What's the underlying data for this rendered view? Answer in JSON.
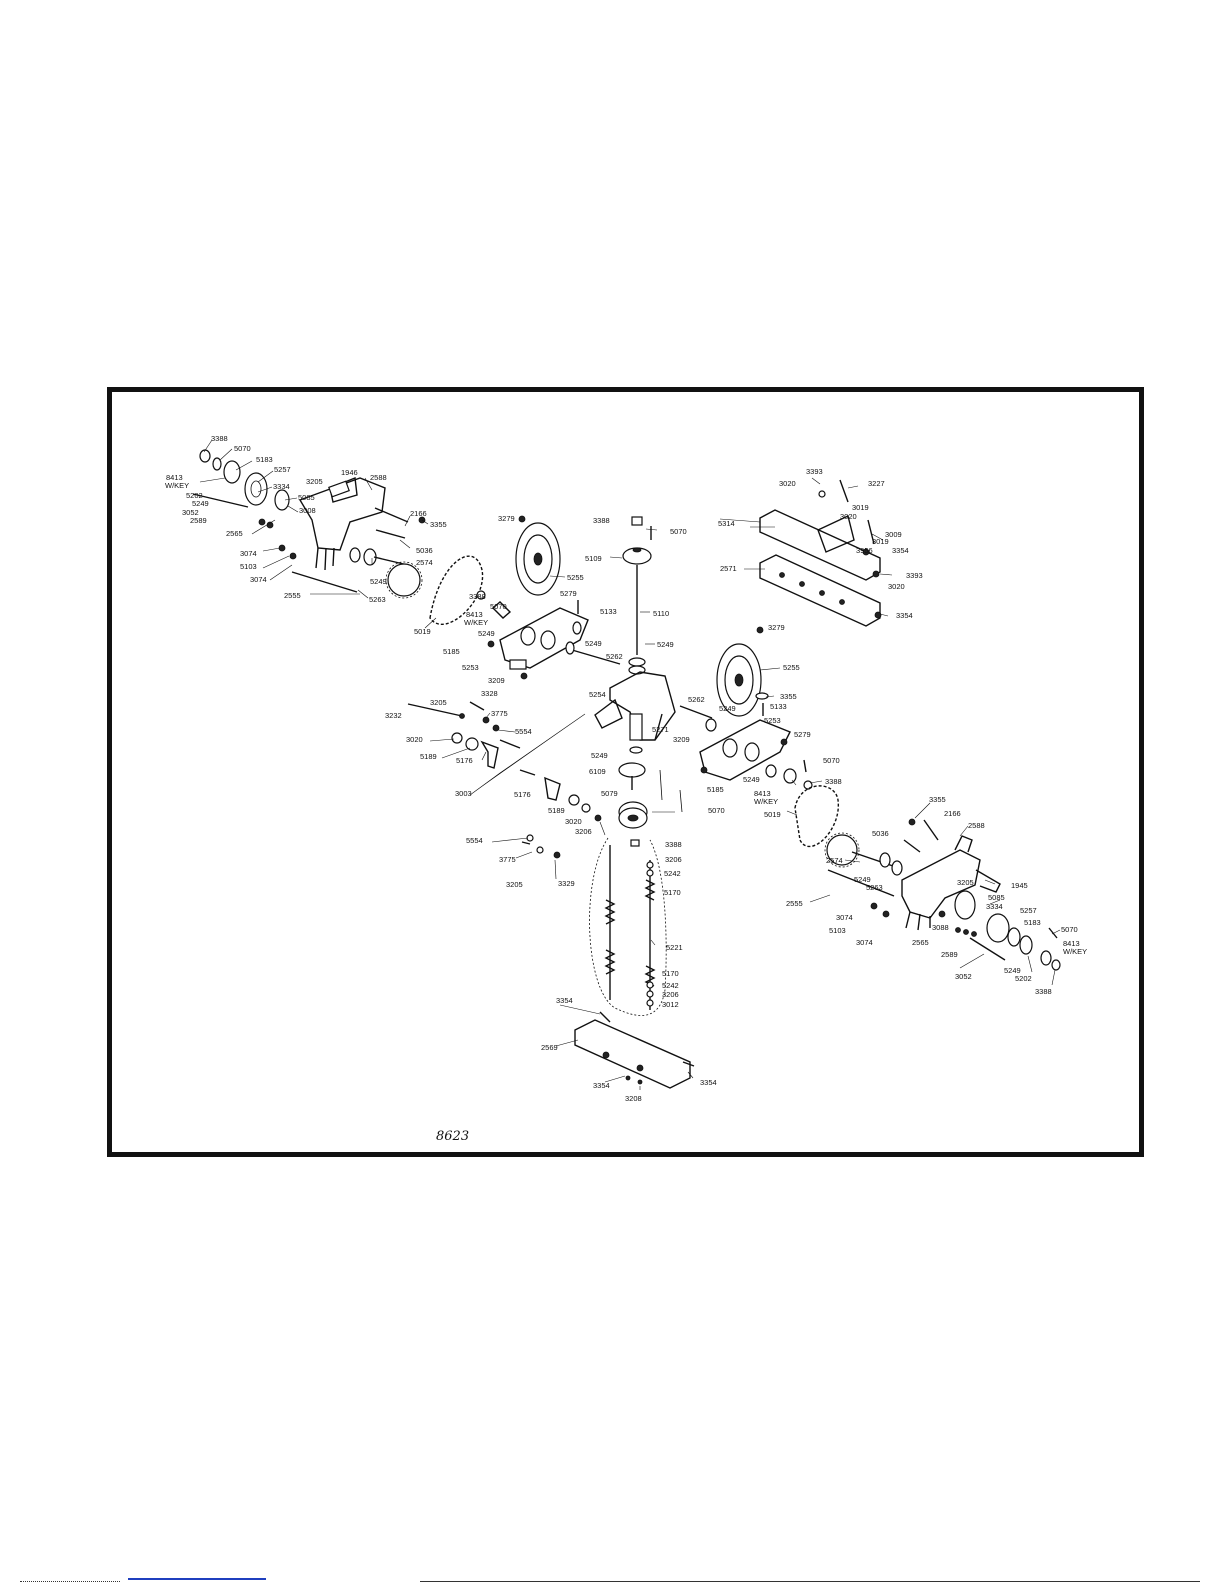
{
  "page": {
    "caption": "8623",
    "border_color": "#111111",
    "link_color": "#1f3fbf"
  },
  "parts": {
    "tl": [
      "3388",
      "5070",
      "5183",
      "8413",
      "W/KEY",
      "5257",
      "5202",
      "5249",
      "3334",
      "3052",
      "5085",
      "2589",
      "3008",
      "2565",
      "3205",
      "1946",
      "2588",
      "2166",
      "3355",
      "5036",
      "3074",
      "5103",
      "3074",
      "5249",
      "2574",
      "5263",
      "2555",
      "5019"
    ],
    "mid_left": [
      "3279",
      "5255",
      "3388",
      "5070",
      "8413",
      "W/KEY",
      "5279",
      "5133",
      "5249",
      "5249",
      "5262",
      "5185",
      "5253",
      "3209",
      "5254"
    ],
    "center": [
      "3388",
      "5070",
      "5109",
      "5110",
      "5249",
      "5271",
      "5249",
      "6109",
      "5079",
      "5070",
      "3388"
    ],
    "left_link": [
      "3205",
      "3328",
      "3232",
      "3775",
      "5554",
      "3020",
      "5189",
      "5176",
      "3003",
      "5176",
      "5189",
      "3020",
      "3206",
      "5554",
      "3775",
      "3205",
      "3329"
    ],
    "springs": [
      "3206",
      "5242",
      "5170",
      "5221",
      "5170",
      "5242",
      "3206",
      "3012",
      "3354",
      "2569",
      "3354",
      "3354",
      "3208"
    ],
    "tr": [
      "3393",
      "3227",
      "3020",
      "3019",
      "3020",
      "5314",
      "3009",
      "3019",
      "3956",
      "3354",
      "2571",
      "3393",
      "3020",
      "3354"
    ],
    "mid_right": [
      "3279",
      "5255",
      "3355",
      "5133",
      "5262",
      "5249",
      "5253",
      "3209",
      "5279",
      "5070",
      "5185",
      "5249",
      "3388",
      "8413",
      "W/KEY",
      "5019"
    ],
    "br": [
      "3355",
      "2166",
      "2588",
      "5036",
      "2574",
      "5249",
      "5263",
      "3205",
      "1945",
      "2555",
      "5085",
      "5257",
      "3334",
      "5183",
      "3074",
      "5103",
      "3074",
      "3088",
      "2565",
      "2589",
      "5070",
      "8413",
      "W/KEY",
      "3052",
      "5249",
      "5202",
      "3388"
    ]
  }
}
